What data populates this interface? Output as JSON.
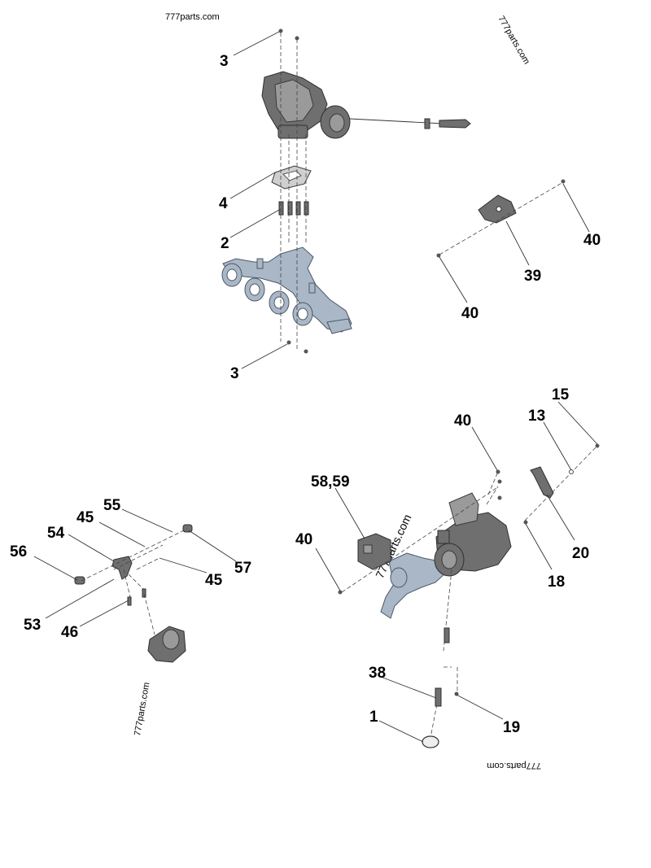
{
  "watermarks": {
    "top_left": "777parts.com",
    "top_right": "777parts.com",
    "center": "777parts.com",
    "bottom_left": "777parts.com",
    "bottom_right": "777parts.com"
  },
  "callouts": {
    "c3_top": "3",
    "c4": "4",
    "c2": "2",
    "c3_bottom": "3",
    "c40_a": "40",
    "c39": "39",
    "c40_b": "40",
    "c15": "15",
    "c13": "13",
    "c40_c": "40",
    "c58_59": "58,59",
    "c40_d": "40",
    "c20": "20",
    "c18": "18",
    "c38": "38",
    "c1": "1",
    "c19": "19",
    "c55": "55",
    "c45_a": "45",
    "c54": "54",
    "c56": "56",
    "c57": "57",
    "c45_b": "45",
    "c53": "53",
    "c46": "46"
  }
}
